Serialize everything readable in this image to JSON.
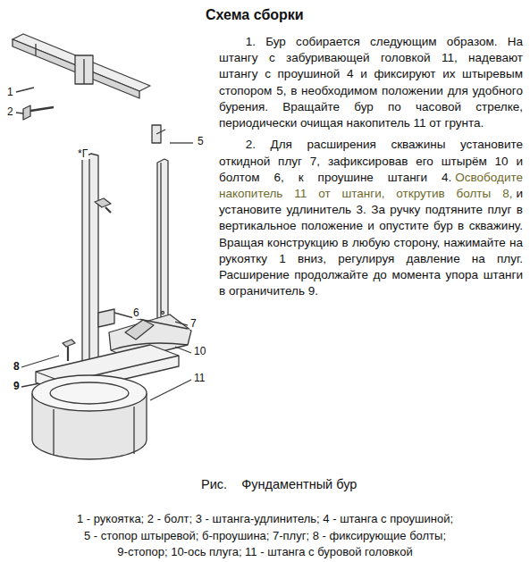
{
  "diagram": {
    "title": "Схема сборки",
    "caption": "Рис.    Фундаментный бур",
    "labels": [
      "1. Бур собирается следующим образом. На штангу с забуривающей головкой 11, надевают штангу с проушиной 4 и фиксируют их штыревым стопором 5, в необходимом положении для удобного бурения. Вращайте бур по часовой стрелке, периодически очищая накопитель 11 от грунта.",
      "2. Для расширения скважины установите откидной плуг 7, зафиксировав его штырём 10 и болтом 6, к проушине штанги 4.",
      "Освободите накопитель 11 от штанги, открутив болты 8,",
      "и установите удлинитель 3. За ручку подтяните плуг в вертикальное положение и опустите бур в скважину. Вращая конструкцию в любую сторону, нажимайте на рукоятку 1 вниз, регулируя давление на плуг. Расширение продолжайте до момента упора штанги в ограничитель 9.",
      "1 - рукоятка; 2 - болт; 3 - штанга-удлинитель; 4 - штанга с проушиной;",
      "5 - стопор штыревой; б-проушина; 7-плуг; 8 - фиксирующие болты;",
      "9-стопор; 10-ось плуга; 11 - штанга с буровой головкой",
      "1",
      "2",
      "5",
      "*Г",
      "6",
      "7",
      "10",
      "11",
      "8",
      "9"
    ]
  }
}
